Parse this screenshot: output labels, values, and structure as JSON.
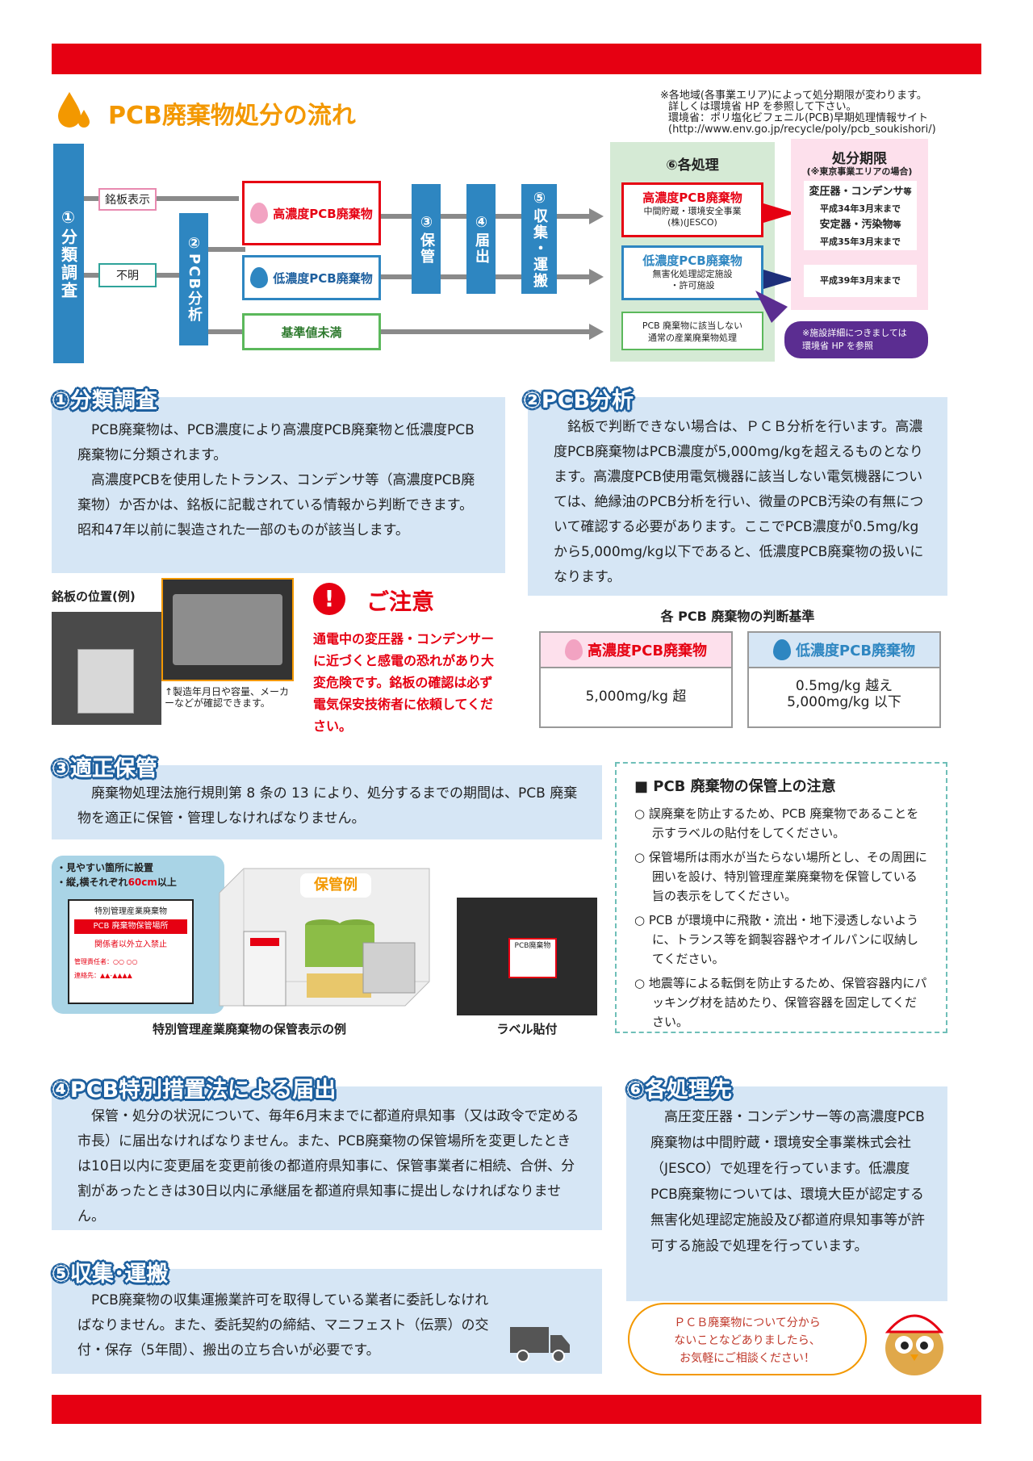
{
  "header": {
    "title": "PCB廃棄物処分の流れ",
    "note1": "※各地域(各事業エリア)によって処分期限が変わります。",
    "note2": "詳しくは環境省 HP を参照して下さい。",
    "note3": "環境省：ポリ塩化ビフェニル(PCB)早期処理情報サイト",
    "note4": "(http://www.env.go.jp/recycle/poly/pcb_soukishori/)"
  },
  "flow": {
    "step1": "①分類調査",
    "nameplate": "銘板表示",
    "unknown": "不明",
    "step2": "②PCB分析",
    "high": "高濃度PCB廃棄物",
    "low": "低濃度PCB廃棄物",
    "below": "基準値未満",
    "step3": "③保管",
    "step4": "④届出",
    "step5": "⑤収集・運搬",
    "process_title": "⑥各処理",
    "proc_high_title": "高濃度PCB廃棄物",
    "proc_high_sub1": "中間貯蔵・環境安全事業",
    "proc_high_sub2": "(株)(JESCO)",
    "proc_low_title": "低濃度PCB廃棄物",
    "proc_low_sub1": "無害化処理認定施設",
    "proc_low_sub2": "・許可施設",
    "proc_none1": "PCB 廃棄物に該当しない",
    "proc_none2": "通常の産業廃棄物処理",
    "deadline_title": "処分期限",
    "deadline_sub": "(※東京事業エリアの場合)",
    "dl1a": "変圧器・コンデンサ",
    "dl1a_suffix": "等",
    "dl1b": "平成34年3月末まで",
    "dl2a": "安定器・汚染物",
    "dl2a_suffix": "等",
    "dl2b": "平成35年3月末まで",
    "dl3": "平成39年3月末まで",
    "facility_note1": "※施設詳細につきましては",
    "facility_note2": "環境省 HP を参照"
  },
  "s1": {
    "title": "①分類調査",
    "p1": "PCB廃棄物は、PCB濃度により高濃度PCB廃棄物と低濃度PCB廃棄物に分類されます。",
    "p2": "高濃度PCBを使用したトランス、コンデンサ等（高濃度PCB廃棄物）か否かは、銘板に記載されている情報から判断できます。昭和47年以前に製造された一部のものが該当します。",
    "photo_label": "銘板の位置(例)",
    "photo_caption": "↑製造年月日や容量、メーカーなどが確認できます。",
    "caution_title": "ご注意",
    "caution_text": "通電中の変圧器・コンデンサーに近づくと感電の恐れがあり大変危険です。銘板の確認は必ず電気保安技術者に依頼してください。"
  },
  "s2": {
    "title": "②PCB分析",
    "p1": "銘板で判断できない場合は、ＰＣＢ分析を行います。高濃度PCB廃棄物はPCB濃度が5,000mg/kgを超えるものとなります。高濃度PCB使用電気機器に該当しない電気機器については、絶縁油のPCB分析を行い、微量のPCB汚染の有無について確認する必要があります。ここでPCB濃度が0.5mg/kgから5,000mg/kg以下であると、低濃度PCB廃棄物の扱いになります。",
    "criteria_title": "各 PCB 廃棄物の判断基準",
    "high_label": "高濃度PCB廃棄物",
    "high_value": "5,000mg/kg 超",
    "low_label": "低濃度PCB廃棄物",
    "low_value1": "0.5mg/kg 越え",
    "low_value2": "5,000mg/kg 以下"
  },
  "s3": {
    "title": "③適正保管",
    "p1": "廃棄物処理法施行規則第 8 条の 13 により、処分するまでの期間は、PCB 廃棄物を適正に保管・管理しなければなりません。",
    "sign_note1": "・見やすい箇所に設置",
    "sign_note2a": "・縦,横それぞれ",
    "sign_note2b": "60cm",
    "sign_note2c": "以上",
    "sign_l1": "特別管理産業廃棄物",
    "sign_l2": "PCB 廃棄物保管場所",
    "sign_l3": "関係者以外立入禁止",
    "sign_l4": "管理責任者：○○ ○○",
    "sign_l5": "連絡先：▲▲-▲▲▲▲",
    "storage_label": "保管例",
    "caption1": "特別管理産業廃棄物の保管表示の例",
    "caption2": "ラベル貼付",
    "label_text": "PCB廃棄物"
  },
  "notes": {
    "title": "■ PCB 廃棄物の保管上の注意",
    "b1": "○ 誤廃棄を防止するため、PCB 廃棄物であることを示すラベルの貼付をしてください。",
    "b2": "○ 保管場所は雨水が当たらない場所とし、その周囲に囲いを設け、特別管理産業廃棄物を保管している旨の表示をしてください。",
    "b3": "○ PCB が環境中に飛散・流出・地下浸透しないように、トランス等を鋼製容器やオイルパンに収納してください。",
    "b4": "○ 地震等による転倒を防止するため、保管容器内にパッキング材を詰めたり、保管容器を固定してください。"
  },
  "s4": {
    "title": "④PCB特別措置法による届出",
    "p1": "保管・処分の状況について、毎年6月末までに都道府県知事（又は政令で定める市長）に届出なければなりません。また、PCB廃棄物の保管場所を変更したときは10日以内に変更届を変更前後の都道府県知事に、保管事業者に相続、合併、分割があったときは30日以内に承継届を都道府県知事に提出しなければなりません。"
  },
  "s5": {
    "title": "⑤収集･運搬",
    "p1": "PCB廃棄物の収集運搬業許可を取得している業者に委託しなければなりません。また、委託契約の締結、マニフェスト（伝票）の交付・保存（5年間）、搬出の立ち合いが必要です。"
  },
  "s6": {
    "title": "⑥各処理先",
    "p1": "高圧変圧器・コンデンサー等の高濃度PCB廃棄物は中間貯蔵・環境安全事業株式会社（JESCO）で処理を行っています。低濃度PCB廃棄物については、環境大臣が認定する無害化処理認定施設及び都道府県知事等が許可する施設で処理を行っています。"
  },
  "bubble": {
    "l1": "ＰＣＢ廃棄物について分から",
    "l2": "ないことなどありましたら、",
    "l3": "お気軽にご相談ください！"
  },
  "colors": {
    "red": "#e60012",
    "blue": "#2e86c1",
    "panel": "#d6e6f5",
    "orange": "#f39800",
    "pink": "#fde0ec",
    "green": "#d5ead5",
    "navy": "#1d2f7a",
    "purple": "#5b2d91"
  },
  "icons": {
    "drop": "water-drop-icon",
    "truck": "truck-icon",
    "caution": "exclamation-icon",
    "mascot": "owl-mascot-icon"
  }
}
